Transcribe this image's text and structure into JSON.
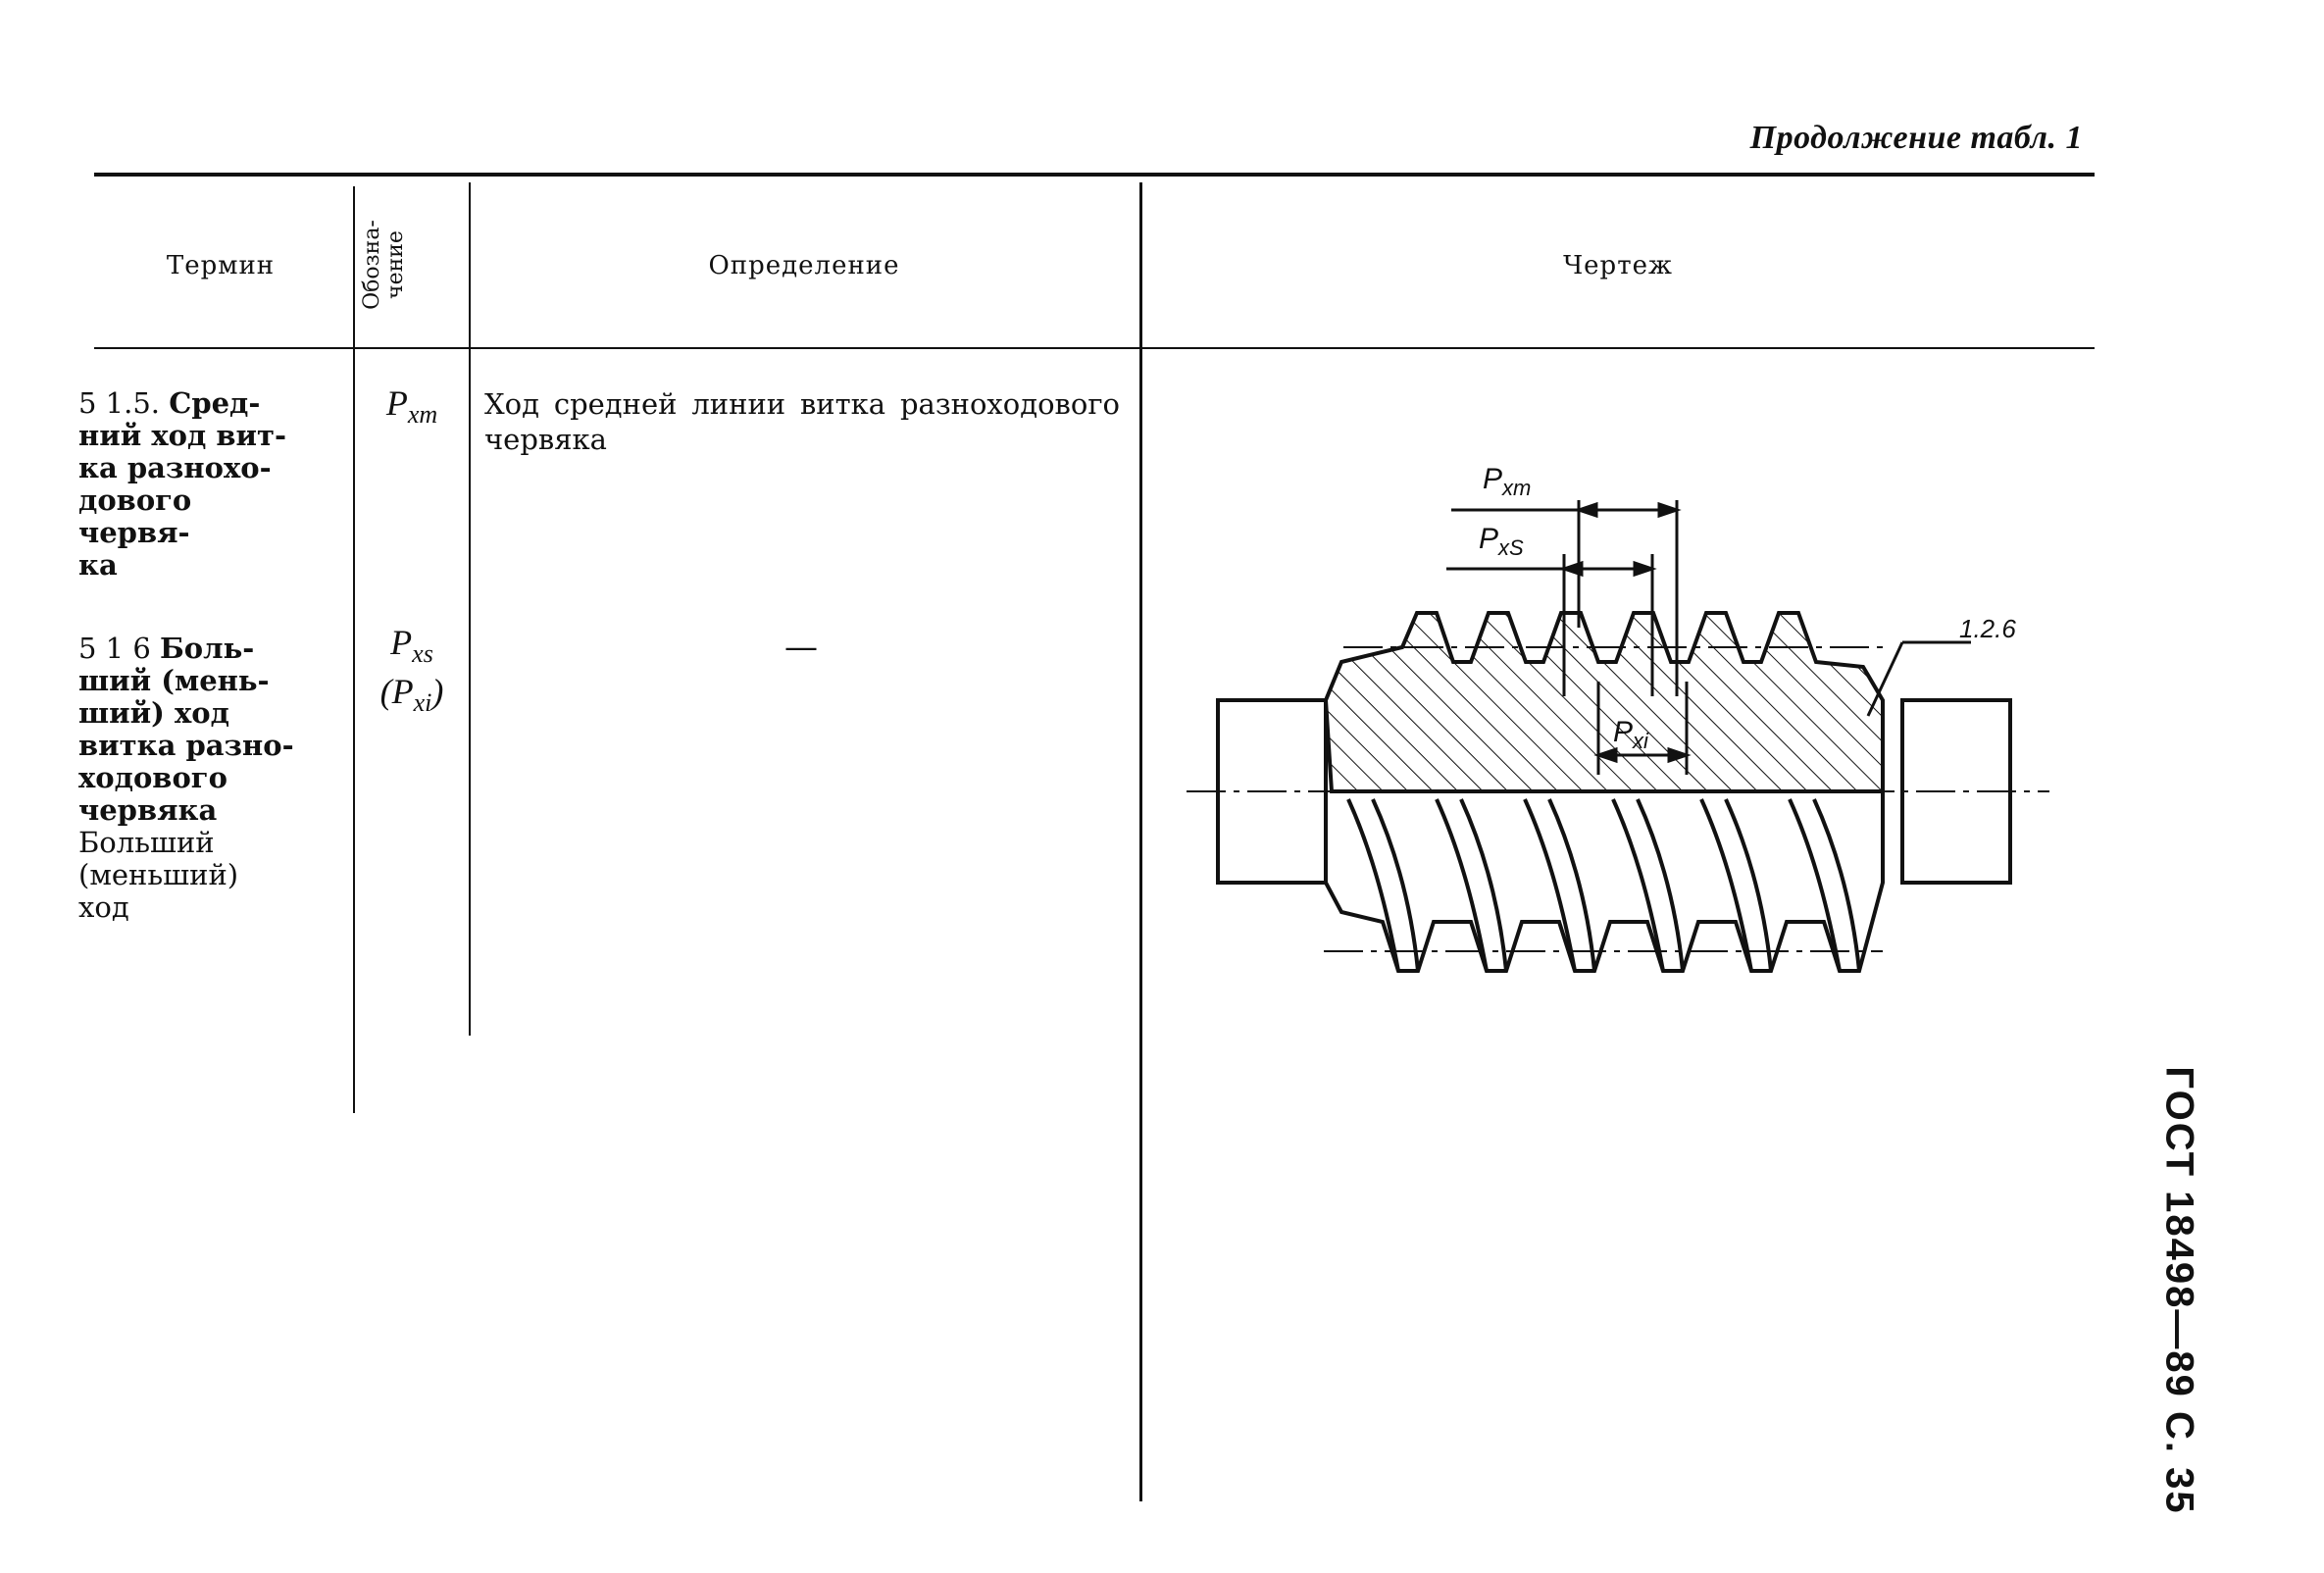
{
  "page": {
    "continuation_label": "Продолжение табл. 1",
    "side_label": "ГОСТ 18498—89 С. 35"
  },
  "table": {
    "headers": {
      "term": "Термин",
      "symbol": "Обозна-\nчение",
      "definition": "Определение",
      "drawing": "Чертеж"
    },
    "rows": [
      {
        "term_number": "5 1.5.",
        "term_bold": "Сред-\nний ход вит-\nка разнохо-\nдового червя-\nка",
        "term_plain": "",
        "symbol": "P",
        "symbol_sub": "xm",
        "definition": "Ход средней линии витка разноходового червяка"
      },
      {
        "term_number": "5 1 6",
        "term_bold": "Боль-\nший (мень-\nший) ход\nвитка разно-\nходового\nчервяка",
        "term_plain": "Больший\n(меньший)\nход",
        "symbol": "P",
        "symbol_sub": "xs",
        "symbol2": "(P",
        "symbol2_sub": "xi",
        "symbol2_close": ")",
        "definition": "—"
      }
    ]
  },
  "drawing": {
    "labels": {
      "pxm": "P",
      "pxm_sub": "xm",
      "pxs": "P",
      "pxs_sub": "xS",
      "pxi": "P",
      "pxi_sub": "xi",
      "ref": "1.2.6"
    }
  }
}
